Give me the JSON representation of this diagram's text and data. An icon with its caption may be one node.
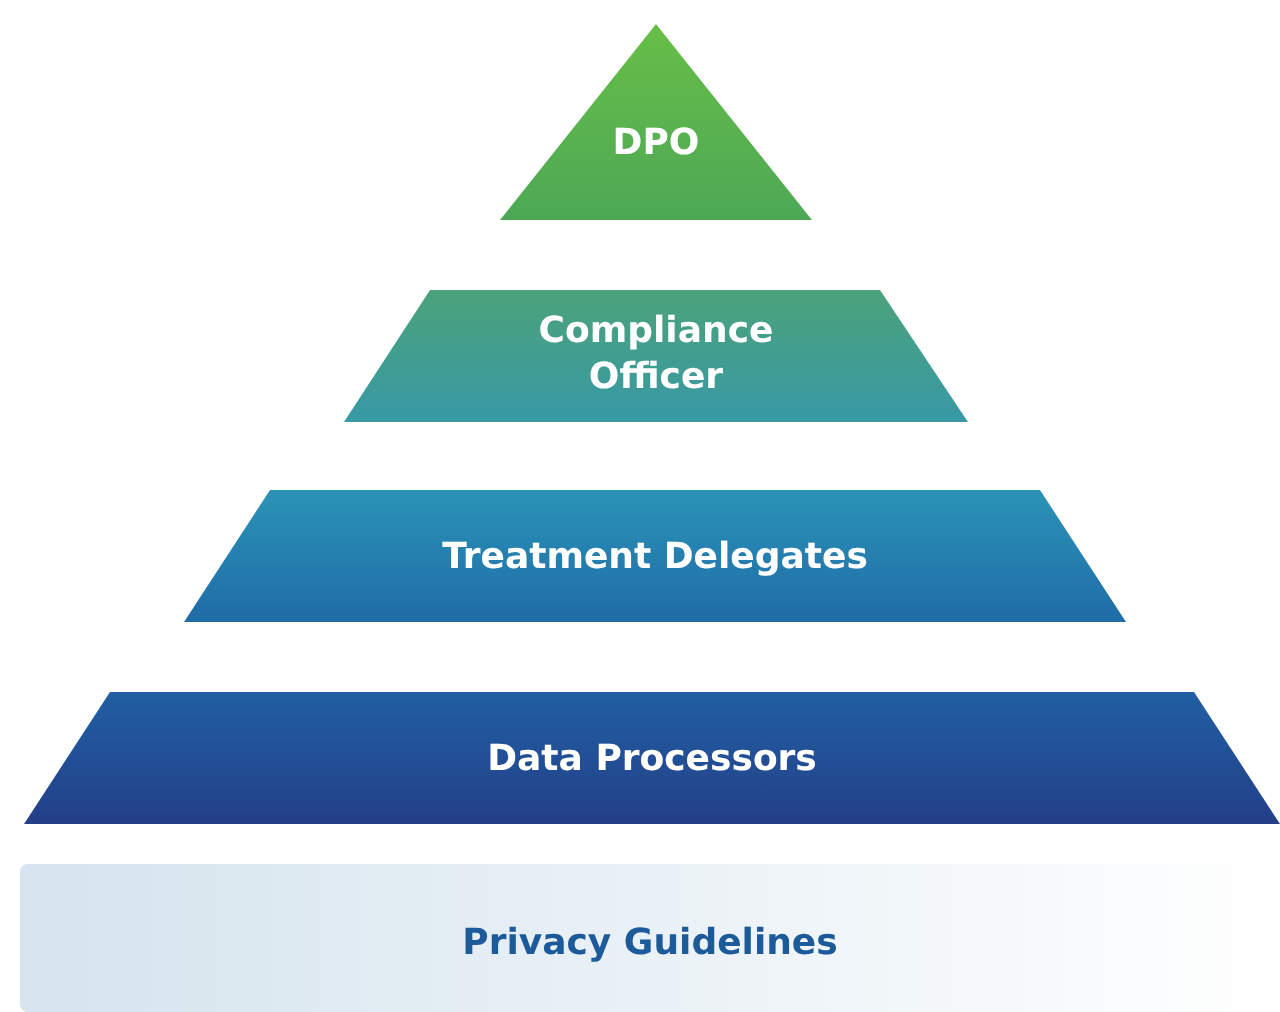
{
  "diagram": {
    "nodes": [
      {
        "text": [
          "DPO"
        ]
      },
      {
        "text": [
          "Compliance Officer"
        ]
      },
      {
        "text": [
          "Treatment Delegates"
        ]
      },
      {
        "text": [
          "Data Processors"
        ]
      },
      {
        "text": [
          "Privacy Guidelines"
        ]
      }
    ]
  }
}
